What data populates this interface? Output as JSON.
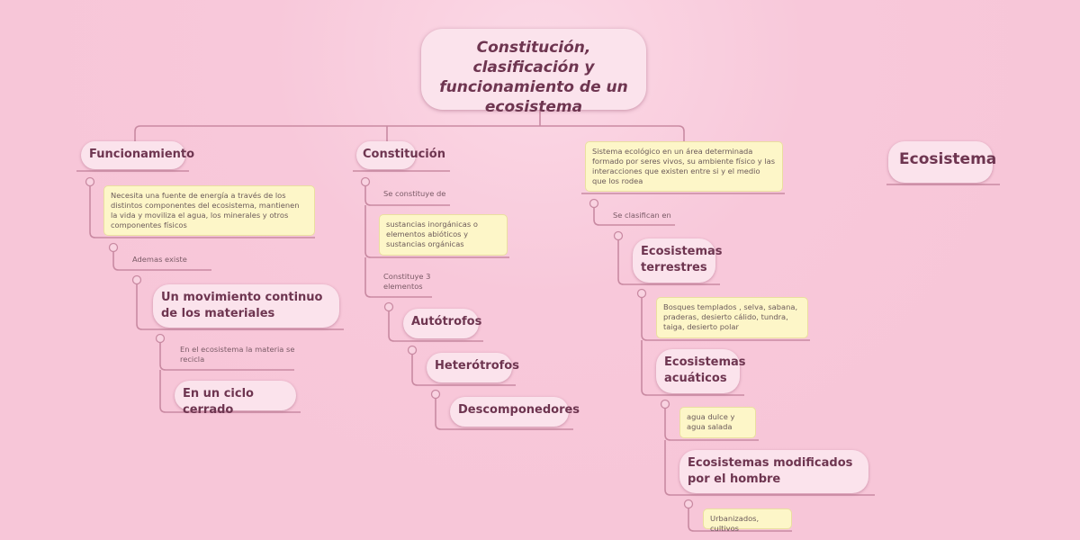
{
  "root": "Constitución, clasificación y funcionamiento de un ecosistema",
  "floating": "Ecosistema",
  "funcionamiento": {
    "label": "Funcionamiento",
    "note": "Necesita una fuente de energía a través de los distintos componentes del ecosistema, mantienen la vida y moviliza el agua, los minerales y otros componentes físicos",
    "text1": "Ademas existe",
    "node1": "Un movimiento continuo de los materiales",
    "text2": "En el ecosistema la materia se recicla",
    "node2": "En un ciclo cerrado"
  },
  "constitucion": {
    "label": "Constitución",
    "text1": "Se constituye  de",
    "note": "sustancias inorgánicas o elementos abióticos y sustancias orgánicas",
    "text2": "Constituye 3 elementos",
    "node1": "Autótrofos",
    "node2": "Heterótrofos",
    "node3": "Descomponedores"
  },
  "clasificacion": {
    "note": "Sistema ecológico en un área determinada formado por seres vivos, su ambiente físico y las interacciones que existen entre si y el medio que los rodea",
    "text1": "Se clasifican en",
    "terrestres": "Ecosistemas terrestres",
    "terrestres_note": "Bosques templados , selva, sabana, praderas, desierto cálido, tundra, taiga, desierto polar",
    "acuaticos": "Ecosistemas acuáticos",
    "acuaticos_note": "agua dulce y agua salada",
    "modificados": "Ecosistemas modificados por el hombre",
    "modificados_note": "Urbanizados, cultivos"
  }
}
